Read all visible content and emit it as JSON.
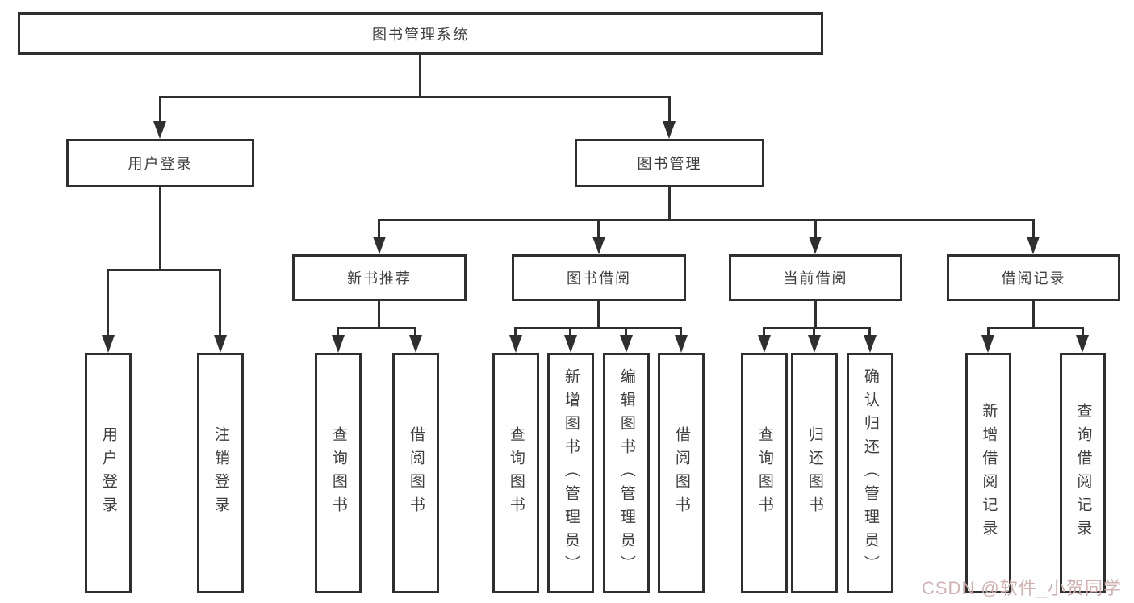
{
  "tree": {
    "root": {
      "label": "图书管理系统"
    },
    "children": [
      {
        "label": "用户登录",
        "children": [
          {
            "label": "用户登录"
          },
          {
            "label": "注销登录"
          }
        ]
      },
      {
        "label": "图书管理",
        "children": [
          {
            "label": "新书推荐",
            "children": [
              {
                "label": "查询图书"
              },
              {
                "label": "借阅图书"
              }
            ]
          },
          {
            "label": "图书借阅",
            "children": [
              {
                "label": "查询图书"
              },
              {
                "label": "新增图书（管理员）"
              },
              {
                "label": "编辑图书（管理员）"
              },
              {
                "label": "借阅图书"
              }
            ]
          },
          {
            "label": "当前借阅",
            "children": [
              {
                "label": "查询图书"
              },
              {
                "label": "归还图书"
              },
              {
                "label": "确认归还（管理员）"
              }
            ]
          },
          {
            "label": "借阅记录",
            "children": [
              {
                "label": "新增借阅记录"
              },
              {
                "label": "查询借阅记录"
              }
            ]
          }
        ]
      }
    ]
  },
  "watermark": {
    "text": "CSDN @软件_小贺同学"
  },
  "colors": {
    "line": "#2f2f2f",
    "text": "#3f3f3f",
    "watermark": "#cfaeae",
    "background": "#ffffff"
  }
}
